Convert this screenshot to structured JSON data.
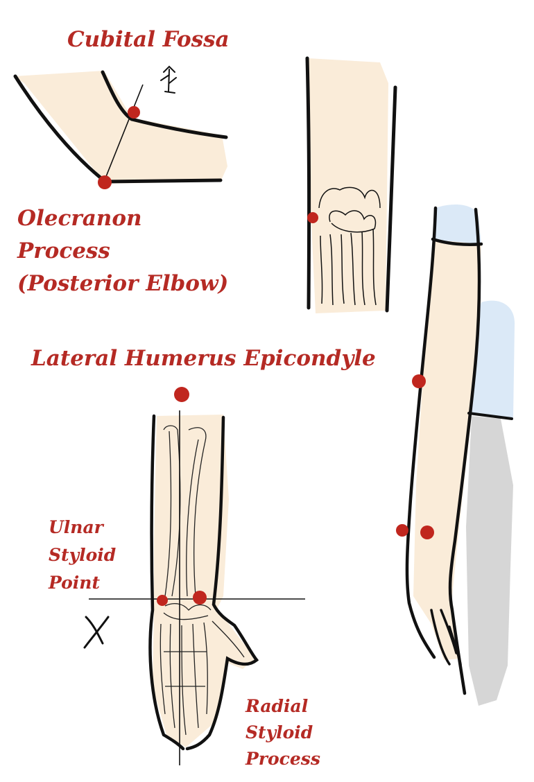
{
  "labels": {
    "cubital_fossa": "Cubital Fossa",
    "olecranon": [
      "Olecranon",
      "Process",
      "(Posterior Elbow)"
    ],
    "lateral_epicondyle": "Lateral Humerus Epicondyle",
    "ulnar_styloid": [
      "Ulnar",
      "Styloid",
      "Point"
    ],
    "radial_styloid": [
      "Radial",
      "Styloid",
      "Process"
    ]
  },
  "colors": {
    "label": "#b52a24",
    "landmark_dot": "#c0261e",
    "skin": "#faecd9",
    "outline": "#111111",
    "sleeve": "#dbe9f7",
    "shadow": "#d6d6d6"
  }
}
